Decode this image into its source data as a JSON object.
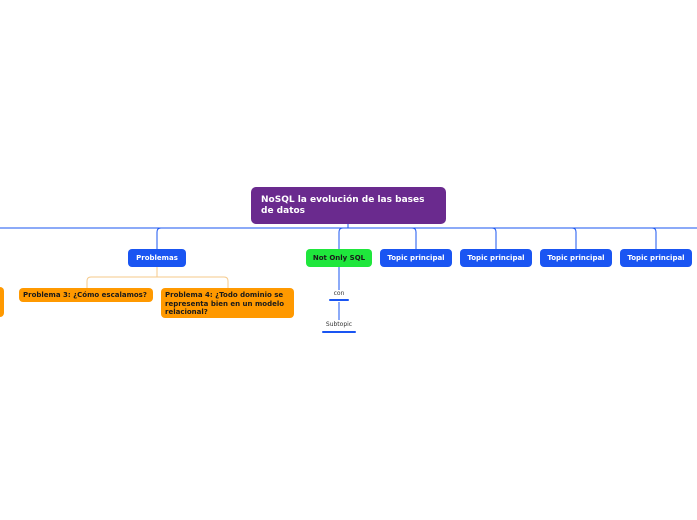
{
  "root": {
    "title": "NoSQL la evolución de las bases de datos"
  },
  "main_topics": [
    {
      "label": "Problemas",
      "color": "#1a55f2"
    },
    {
      "label": "Not Only SQL",
      "color": "#1fe63c"
    },
    {
      "label": "Topic principal",
      "color": "#1a55f2"
    },
    {
      "label": "Topic principal",
      "color": "#1a55f2"
    },
    {
      "label": "Topic principal",
      "color": "#1a55f2"
    },
    {
      "label": "Topic principal",
      "color": "#1a55f2"
    }
  ],
  "problems": [
    {
      "label": "Problema 3: ¿Cómo escalamos?"
    },
    {
      "label": "Problema 4: ¿Todo dominio se representa bien en un modelo relacional?"
    }
  ],
  "nosql_children": [
    {
      "label": "con"
    },
    {
      "label": "Subtopic"
    }
  ],
  "colors": {
    "root": "#6a2a8e",
    "topic": "#1a55f2",
    "nosql": "#1fe63c",
    "problem": "#ff9900",
    "line": "#1a55f2",
    "problem_line": "#f5c98a"
  }
}
